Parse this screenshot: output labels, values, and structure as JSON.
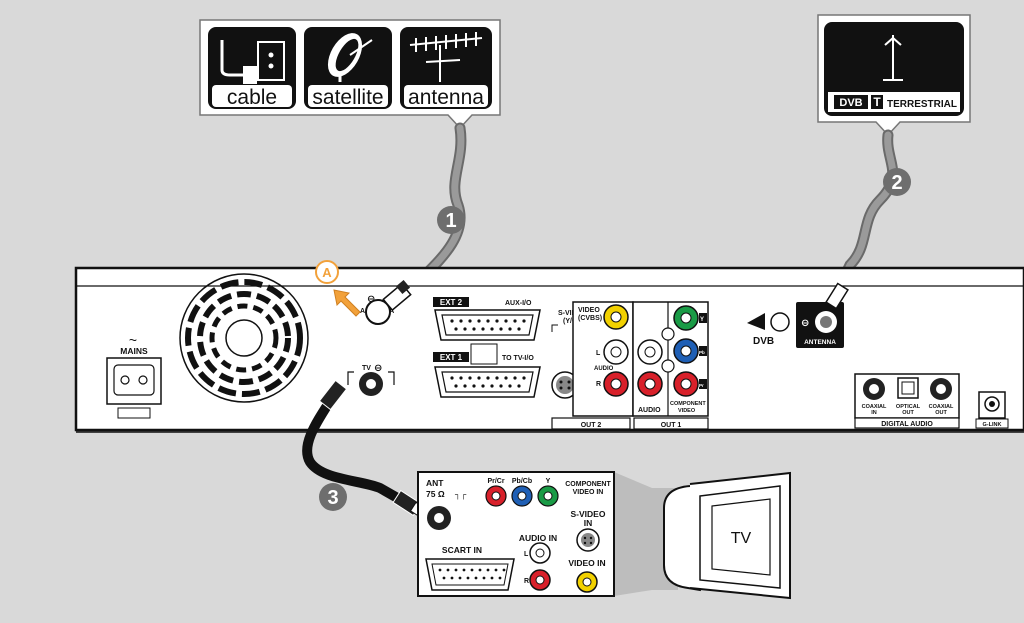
{
  "sources": {
    "cable": "cable",
    "satellite": "satellite",
    "antenna": "antenna"
  },
  "dvb": {
    "logo": "DVB",
    "t": "T",
    "terrestrial": "TERRESTRIAL"
  },
  "steps": {
    "one": "1",
    "two": "2",
    "three": "3",
    "callout_a": "A"
  },
  "recorder": {
    "mains": "MAINS",
    "antenna": "ANTENNA",
    "tv_out": "TV",
    "ext2": "EXT 2",
    "aux": "AUX-I/O",
    "ext1": "EXT 1",
    "to_tv": "TO TV-I/O",
    "svideo": "S-VIDEO",
    "svideo_yc": "(Y/C)",
    "video": "VIDEO",
    "video_cvbs": "(CVBS)",
    "audio": "AUDIO",
    "audio2": "AUDIO",
    "component": "COMPONENT",
    "component_video": "VIDEO",
    "y": "Y",
    "pb": "Pb",
    "pr": "Pr",
    "l": "L",
    "r": "R",
    "out2": "OUT 2",
    "out1": "OUT 1",
    "dvb_antenna": "ANTENNA",
    "dvb_small": "DVB",
    "coax_in": "COAXIAL",
    "coax_in2": "IN",
    "optical": "OPTICAL",
    "optical2": "OUT",
    "coax_out": "COAXIAL",
    "coax_out2": "OUT",
    "digital_audio": "DIGITAL AUDIO",
    "glink": "G-LINK"
  },
  "tv_panel": {
    "ant": "ANT",
    "ohm": "75 Ω",
    "pr_cr": "Pr/Cr",
    "pb_cb": "Pb/Cb",
    "y": "Y",
    "component_in": "COMPONENT",
    "component_in2": "VIDEO IN",
    "svideo_in": "S-VIDEO",
    "svideo_in2": "IN",
    "audio_in": "AUDIO IN",
    "l": "L",
    "r": "R",
    "scart_in": "SCART IN",
    "video_in": "VIDEO IN",
    "tv_screen": "TV"
  },
  "colors": {
    "background": "#d9d9d9",
    "cable_grey": "#8a8a8a",
    "cable_black": "#1a1a1a",
    "jack_yellow": "#f2d100",
    "jack_red": "#d8202a",
    "jack_green": "#1a9b46",
    "jack_blue": "#1f5fb5",
    "callout_orange": "#f2a13a"
  }
}
